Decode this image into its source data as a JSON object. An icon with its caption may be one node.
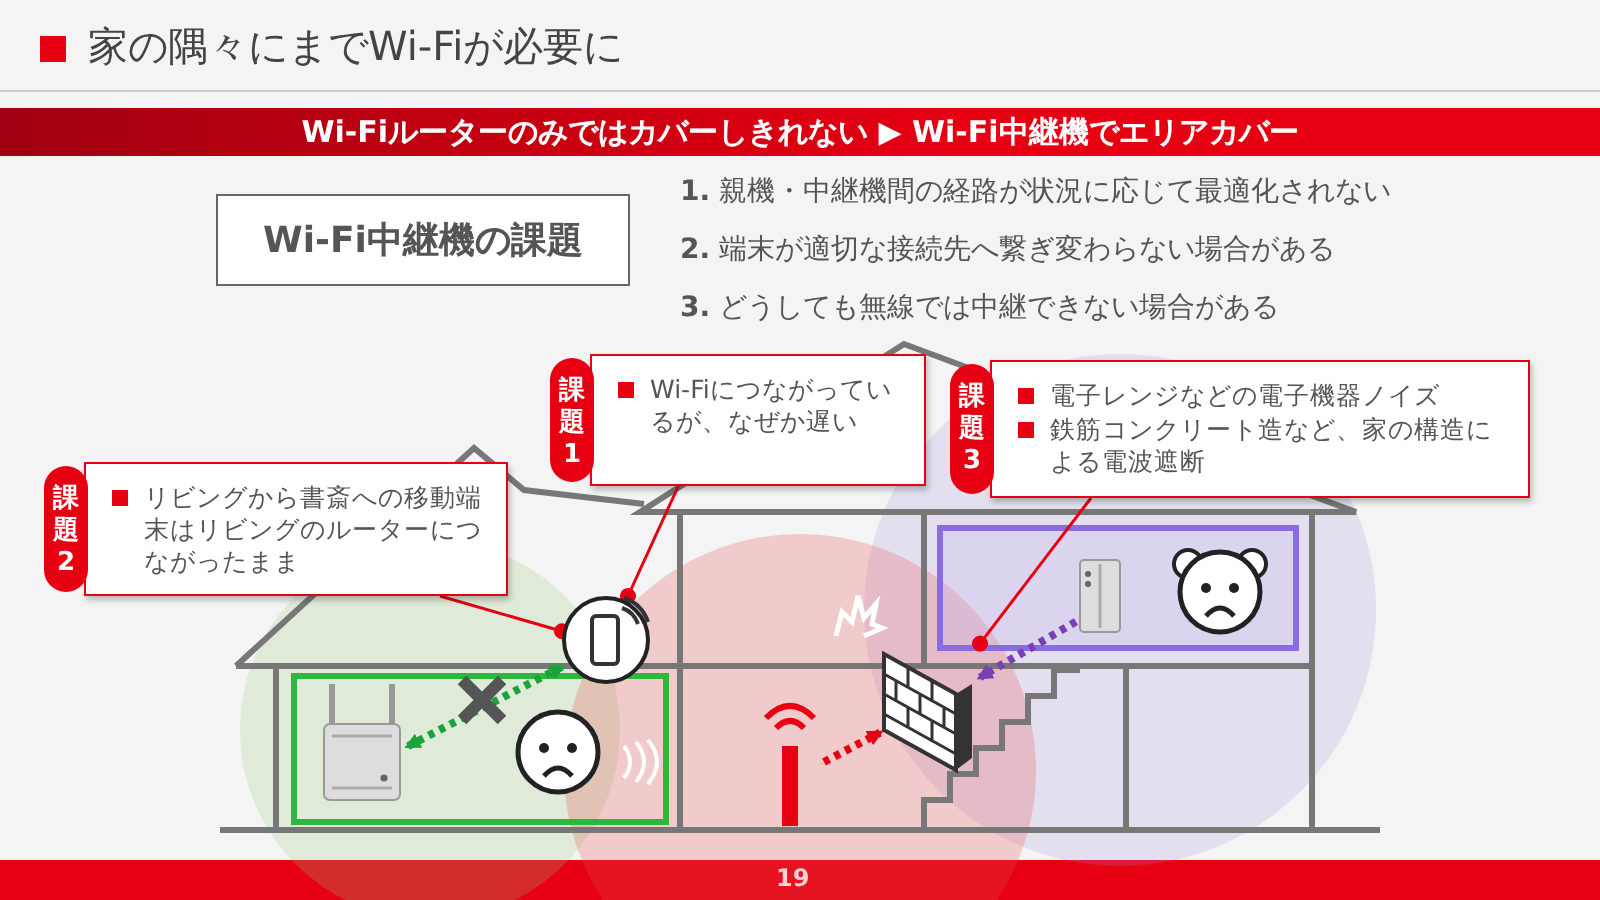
{
  "diagram": {
    "title": "家の隅々にまでWi-Fiが必要に",
    "nodes": [
      {
        "text": [
          "課題1",
          "Wi-Fiにつながっているが、なぜか遅い"
        ]
      },
      {
        "text": [
          "課題2",
          "リビングから書斎への移動端末はリビングのルーターにつながったまま"
        ]
      },
      {
        "text": [
          "課題3",
          "電子レンジなどの電子機器ノイズ",
          "鉄筋コンクリート造など、家の構造による電波遮断"
        ]
      },
      {
        "text": [
          "Wi-Fi中継機の課題"
        ]
      },
      {
        "text": [],
        "shape": "picture"
      },
      {
        "text": [],
        "shape": "picture"
      },
      {
        "text": [],
        "shape": "picture"
      },
      {
        "text": [],
        "shape": "picture"
      },
      {
        "text": [],
        "shape": "picture"
      }
    ],
    "edges": [
      {
        "from": 0,
        "to": 4,
        "arrow": "other",
        "color": "#e60012"
      },
      {
        "from": 1,
        "to": 4,
        "arrow": "other",
        "color": "#e60012"
      },
      {
        "from": 2,
        "to": 6,
        "arrow": "other",
        "color": "#e60012"
      },
      {
        "from": 4,
        "to": 5,
        "arrow": "both",
        "style": "dashed",
        "color": "#1aa33a"
      },
      {
        "from": 8,
        "to": 6,
        "arrow": "to",
        "style": "dashed",
        "color": "#e60012"
      },
      {
        "from": 7,
        "to": 6,
        "arrow": "to",
        "style": "dashed",
        "color": "#7b3fb5"
      }
    ],
    "labels": [
      "Wi-Fiルーターのみではカバーしきれない ▶ Wi-Fi中継機でエリアカバー",
      "**1.** 親機・中継機間の経路が状況に応じて最適化されない",
      "**2.** 端末が適切な接続先へ繋ぎ変わらない場合がある",
      "**3.** どうしても無線では中継できない場合がある",
      "19"
    ]
  }
}
